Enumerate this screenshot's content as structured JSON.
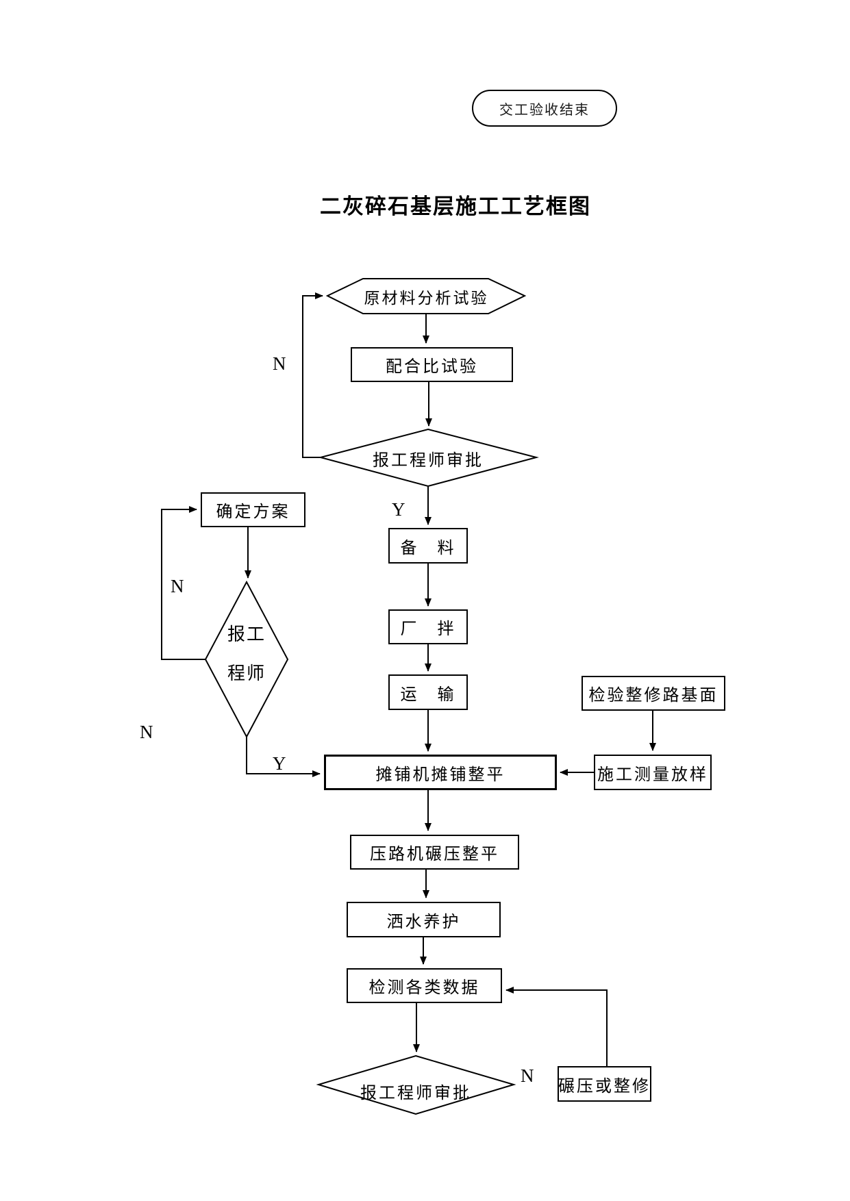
{
  "page": {
    "title": "二灰碎石基层施工工艺框图",
    "background_color": "#ffffff",
    "line_color": "#000000"
  },
  "terminator": {
    "label": "交工验收结束"
  },
  "nodes": {
    "raw_material_test": {
      "label": "原材料分析试验",
      "shape": "hexagon"
    },
    "mix_ratio_test": {
      "label": "配合比试验",
      "shape": "rect"
    },
    "engineer_approval_1": {
      "label": "报工程师审批",
      "shape": "diamond"
    },
    "confirm_plan": {
      "label": "确定方案",
      "shape": "rect"
    },
    "report_engineer": {
      "label_line1": "报工",
      "label_line2": "程师",
      "shape": "diamond"
    },
    "prepare_material": {
      "label": "备　料",
      "shape": "rect"
    },
    "plant_mix": {
      "label": "厂　拌",
      "shape": "rect"
    },
    "transport": {
      "label": "运　输",
      "shape": "rect"
    },
    "inspect_roadbed": {
      "label": "检验整修路基面",
      "shape": "rect"
    },
    "paver_spread": {
      "label": "摊铺机摊铺整平",
      "shape": "rect"
    },
    "survey_layout": {
      "label": "施工测量放样",
      "shape": "rect"
    },
    "roller_compact": {
      "label": "压路机碾压整平",
      "shape": "rect"
    },
    "water_curing": {
      "label": "洒水养护",
      "shape": "rect"
    },
    "data_inspection": {
      "label": "检测各类数据",
      "shape": "rect"
    },
    "engineer_approval_2": {
      "label": "报工程师审批",
      "shape": "diamond"
    },
    "recompact_repair": {
      "label": "碾压或整修",
      "shape": "rect"
    }
  },
  "branch_labels": {
    "n_to_raw_material": "N",
    "y_to_prepare": "Y",
    "n_to_confirm_plan": "N",
    "n_report_engineer": "N",
    "y_to_paver": "Y",
    "n_to_recompact": "N"
  }
}
